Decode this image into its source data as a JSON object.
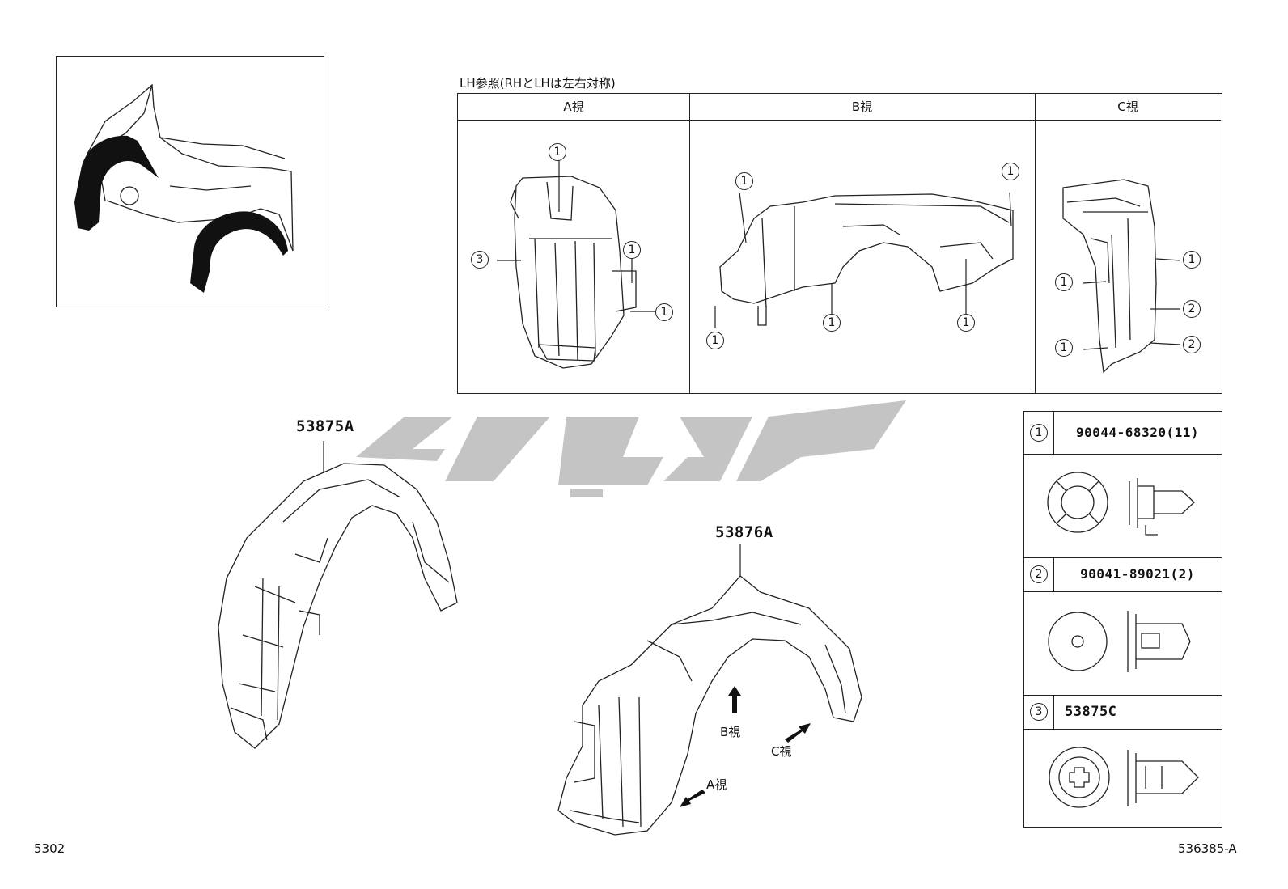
{
  "reference_note": "LH参照(RHとLHは左右対称)",
  "views": [
    {
      "label": "A視"
    },
    {
      "label": "B視"
    },
    {
      "label": "C視"
    }
  ],
  "callout_numbers": [
    "1",
    "2",
    "3"
  ],
  "parts": {
    "left_liner": "53875A",
    "right_liner": "53876A"
  },
  "view_arrows": {
    "a": "A視",
    "b": "B視",
    "c": "C視"
  },
  "legend": [
    {
      "num": "1",
      "part": "90044-68320(11)"
    },
    {
      "num": "2",
      "part": "90041-89021(2)"
    },
    {
      "num": "3",
      "part": "53875C"
    }
  ],
  "footer": {
    "left_code": "5302",
    "right_code": "536385-A"
  },
  "colors": {
    "line": "#222222",
    "watermark": "#c4c4c4",
    "fill_dark": "#111111"
  }
}
